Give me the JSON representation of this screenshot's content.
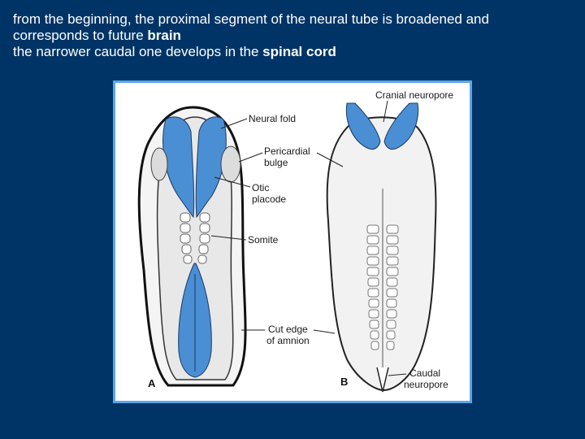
{
  "caption": {
    "line1_a": "from the beginning, the proximal segment of the neural tube is broadened  and",
    "line2_a": "corresponds to future ",
    "line2_b": "brain",
    "line3_a": "the narrower caudal one develops in the ",
    "line3_b": "spinal cord"
  },
  "figure": {
    "labels": {
      "neural_fold": "Neural fold",
      "pericardial_1": "Pericardial",
      "pericardial_2": "bulge",
      "otic_1": "Otic",
      "otic_2": "placode",
      "somite": "Somite",
      "cut_1": "Cut edge",
      "cut_2": "of amnion",
      "cranial": "Cranial neuropore",
      "caudal_1": "Caudal",
      "caudal_2": "neuropore"
    },
    "panels": {
      "a": "A",
      "b": "B"
    }
  },
  "colors": {
    "background": "#003466",
    "frame": "#5aa7e8",
    "neural_blue": "#4a8fd4"
  }
}
